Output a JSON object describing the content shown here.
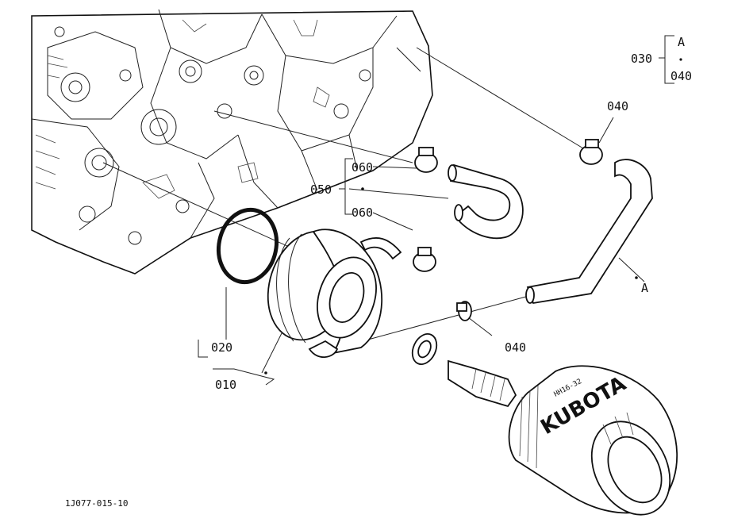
{
  "diagram": {
    "figure_code": "1J077-015-10",
    "brand_text": "KUBOTA",
    "filter_side_text": "HH16-32",
    "legend": {
      "ref": "030",
      "top": "A",
      "bottom": "040"
    },
    "callouts": {
      "c010": "010",
      "c020": "020",
      "c040_top": "040",
      "c040_bottom": "040",
      "c050": "050",
      "c060_top": "060",
      "c060_bottom": "060",
      "cA": "A"
    }
  }
}
